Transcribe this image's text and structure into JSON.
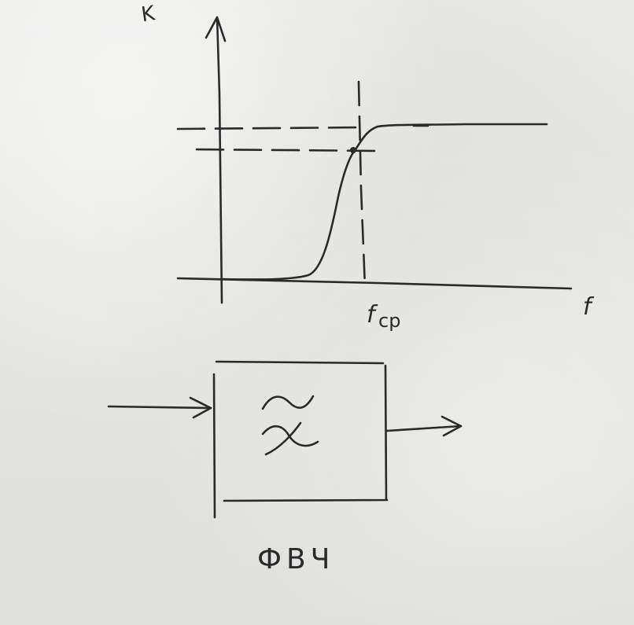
{
  "graph": {
    "y_axis_label": "K",
    "x_axis_label": "f",
    "cutoff_label": "f",
    "cutoff_subscript": "cp"
  },
  "block": {
    "symbol": "≈"
  },
  "caption": "ФВЧ"
}
